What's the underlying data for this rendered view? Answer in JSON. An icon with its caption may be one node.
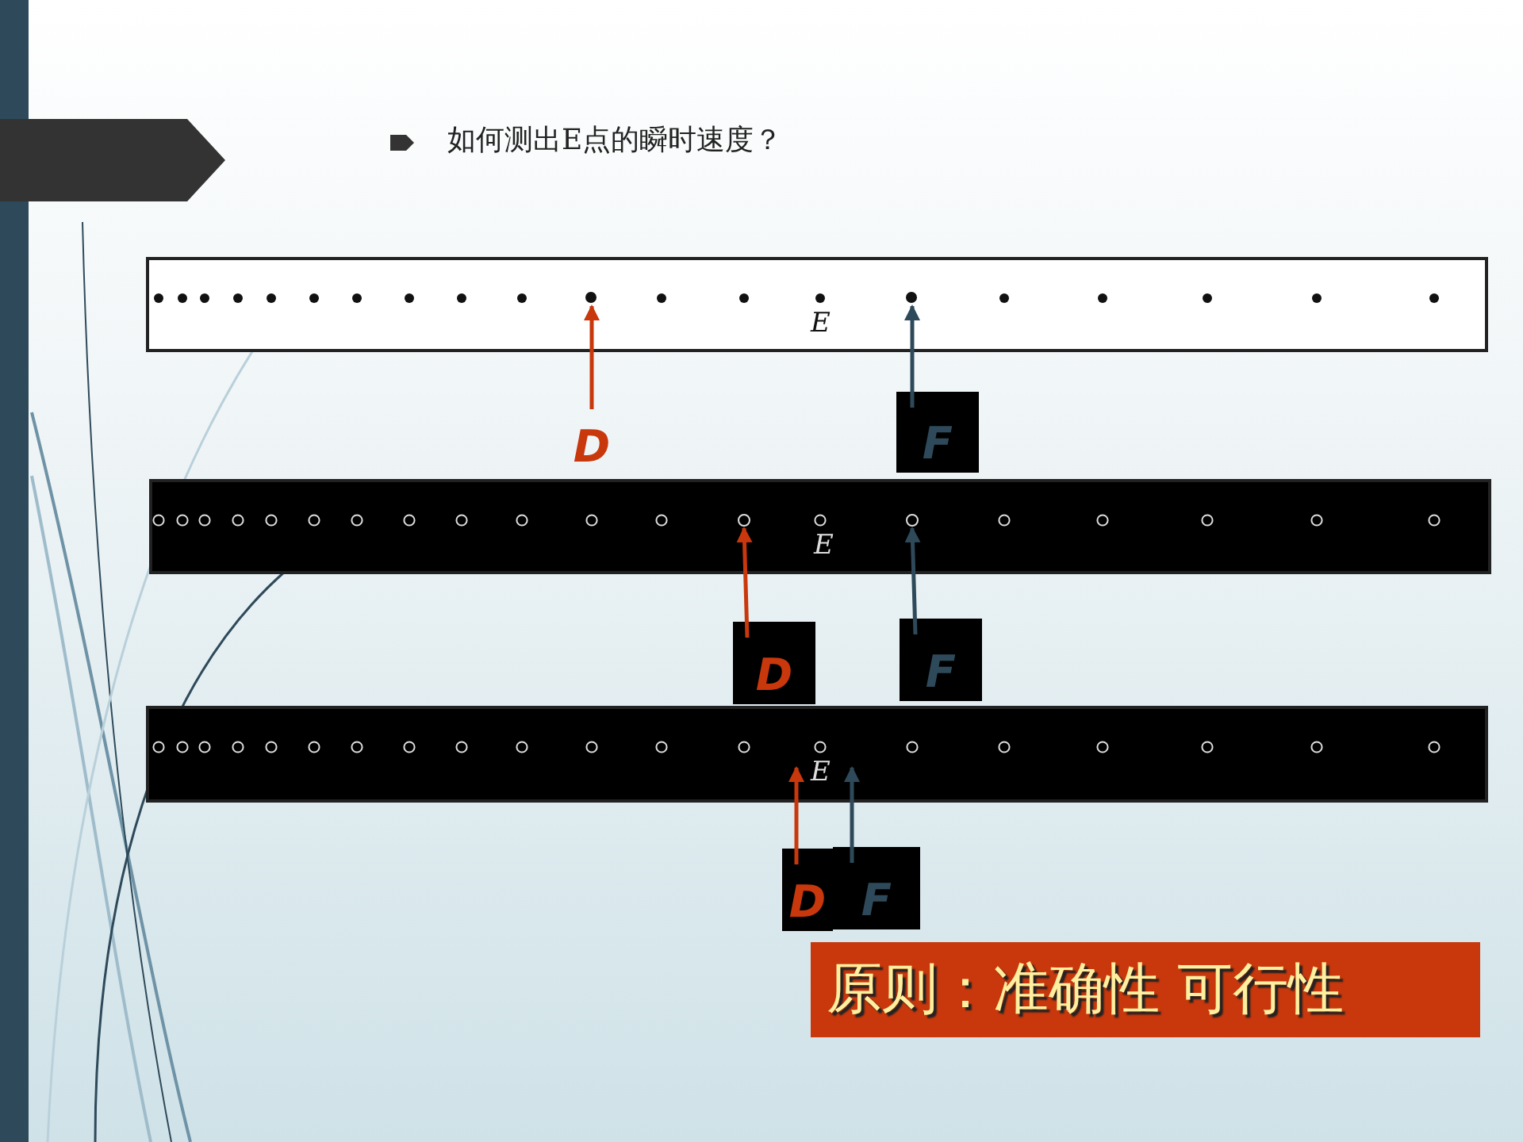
{
  "diagram": {
    "title": "如何测出E点的瞬时速度？",
    "nodes": [
      {
        "text": [
          "E"
        ]
      },
      {
        "text": [],
        "shape": "circle",
        "in": 0
      },
      {
        "text": [],
        "shape": "circle",
        "in": 0
      },
      {
        "text": [
          "D"
        ]
      },
      {
        "text": [
          "F"
        ]
      },
      {
        "text": [
          "E"
        ]
      },
      {
        "text": [],
        "shape": "circle",
        "in": 5
      },
      {
        "text": [],
        "shape": "circle",
        "in": 5
      },
      {
        "text": [
          "D"
        ]
      },
      {
        "text": [
          "F"
        ]
      },
      {
        "text": [
          "E"
        ]
      },
      {
        "text": [
          "D"
        ]
      },
      {
        "text": [
          "F"
        ]
      },
      {
        "text": [
          "原则：准确性 可行性"
        ]
      }
    ],
    "edges": [
      {
        "from": 3,
        "to": 1,
        "arrow": "to",
        "color": "#c8380c"
      },
      {
        "from": 4,
        "to": 2,
        "arrow": "to",
        "color": "#2e4a5a"
      },
      {
        "from": 8,
        "to": 6,
        "arrow": "to",
        "color": "#c8380c"
      },
      {
        "from": 9,
        "to": 7,
        "arrow": "to",
        "color": "#2e4a5a"
      },
      {
        "from": 11,
        "to": 10,
        "arrow": "to",
        "color": "#c8380c"
      },
      {
        "from": 12,
        "to": 10,
        "arrow": "to",
        "color": "#2e4a5a"
      }
    ]
  }
}
